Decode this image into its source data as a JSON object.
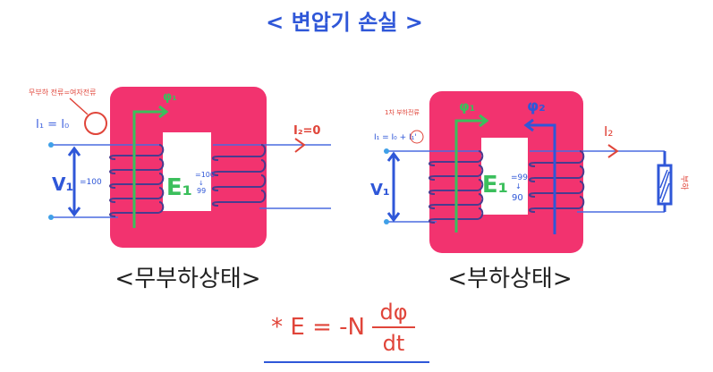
{
  "title": "< 변압기 손실 >",
  "colors": {
    "core": "#f2336f",
    "blue": "#2f57d8",
    "green": "#3bbf5c",
    "red": "#e0453a",
    "coil": "#4a3b8f"
  },
  "no_load": {
    "caption": "<무부하상태>",
    "note": "무부하 전류=여자전류",
    "current_eq": "I₁ = I₀",
    "voltage": "V₁",
    "voltage_value": "=100",
    "emf": "E₁",
    "emf_values": [
      "=100",
      "↓",
      "99"
    ],
    "flux": "φ₁",
    "secondary_current": "I₂=0"
  },
  "load": {
    "caption": "<부하상태>",
    "note": "1차 부하전류",
    "current_eq": "I₁ = I₀ + I₁'",
    "voltage": "V₁",
    "emf": "E₁",
    "emf_values": [
      "=99",
      "↓",
      "90"
    ],
    "flux_1": "φ₁",
    "flux_2": "φ₂",
    "secondary_current": "I₂",
    "load_label": "부하"
  },
  "formula": {
    "prefix": "* E = -N",
    "numerator": "dφ",
    "denominator": "dt"
  }
}
